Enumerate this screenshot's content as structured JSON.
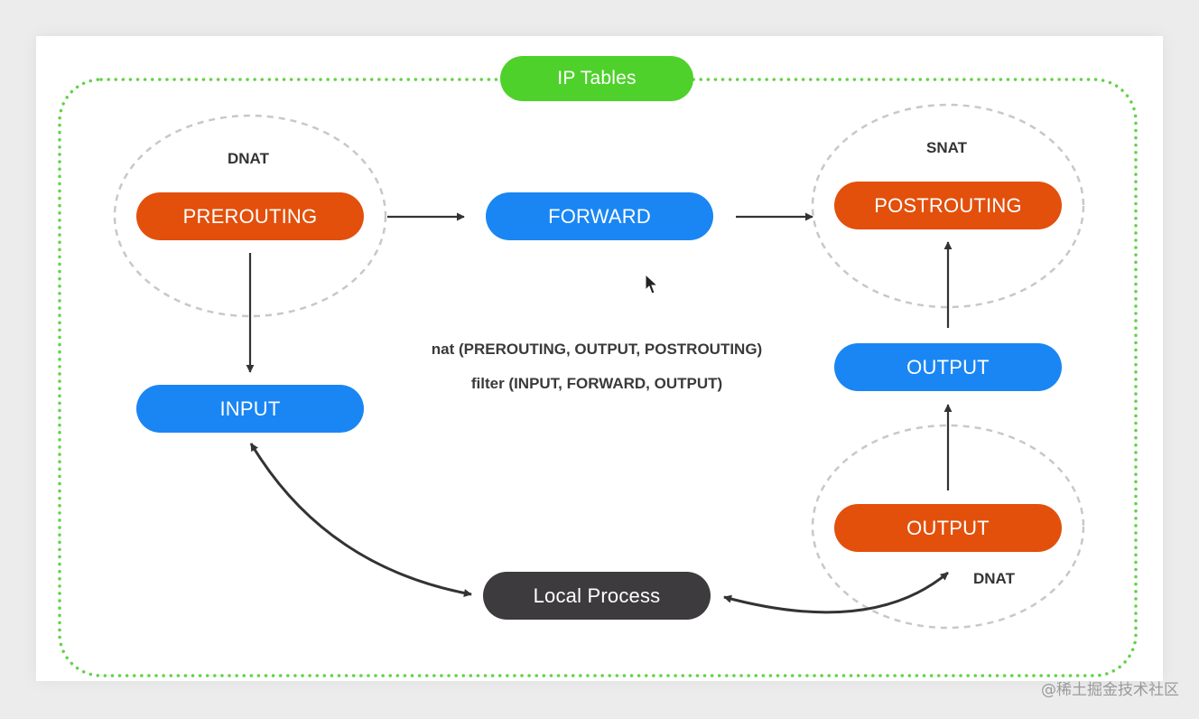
{
  "title": "IP Tables",
  "nodes": {
    "prerouting": "PREROUTING",
    "forward": "FORWARD",
    "postrouting": "POSTROUTING",
    "input": "INPUT",
    "output_filter": "OUTPUT",
    "output_nat": "OUTPUT",
    "local_process": "Local Process"
  },
  "group_labels": {
    "dnat_prerouting": "DNAT",
    "snat_postrouting": "SNAT",
    "dnat_output": "DNAT"
  },
  "tables": {
    "nat": "nat (PREROUTING, OUTPUT, POSTROUTING)",
    "filter": "filter (INPUT, FORWARD, OUTPUT)"
  },
  "watermark": "@稀土掘金技术社区",
  "colors": {
    "nat_chain": "#e2500c",
    "filter_chain": "#1a86f4",
    "process": "#3d3b3e",
    "title_badge": "#4fd12c",
    "outline": "#63d24a"
  }
}
